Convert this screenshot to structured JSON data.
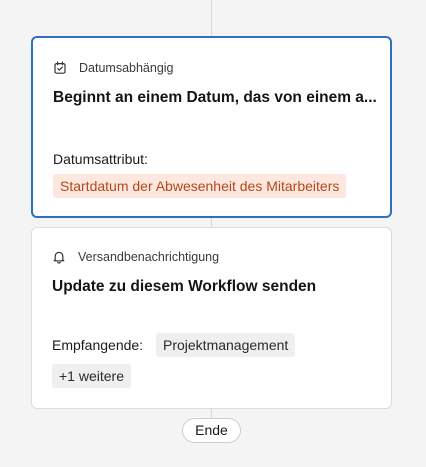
{
  "card1": {
    "type_label": "Datumsabhängig",
    "type_icon": "calendar-check-icon",
    "title": "Beginnt an einem Datum, das von einem a...",
    "field_label": "Datumsattribut:",
    "attribute_value": "Startdatum der Abwesenheit des Mitarbeiters",
    "selected": true
  },
  "card2": {
    "type_label": "Versandbenachrichtigung",
    "type_icon": "bell-icon",
    "title": "Update zu diesem Workflow senden",
    "recipients_label": "Empfangende:",
    "recipients": [
      "Projektmanagement"
    ],
    "more_label": "+1 weitere"
  },
  "end_label": "Ende",
  "colors": {
    "selected_border": "#2f6fc2",
    "attribute_pill_bg": "#fde7df",
    "attribute_pill_text": "#b2491d",
    "recipient_pill_bg": "#efefef"
  }
}
